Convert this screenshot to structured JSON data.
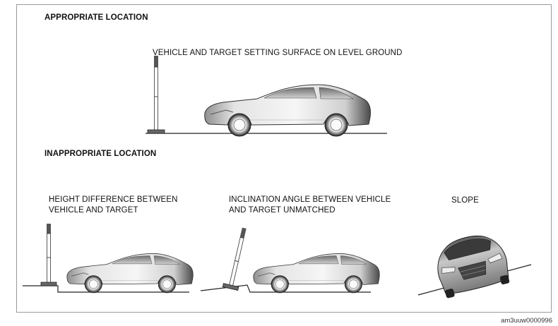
{
  "headers": {
    "appropriate": "APPROPRIATE LOCATION",
    "inappropriate": "INAPPROPRIATE LOCATION"
  },
  "captions": {
    "level_ground": "VEHICLE AND TARGET SETTING SURFACE ON LEVEL GROUND",
    "height_difference_line1": "HEIGHT DIFFERENCE BETWEEN",
    "height_difference_line2": "VEHICLE AND TARGET",
    "inclination_line1": "INCLINATION ANGLE BETWEEN VEHICLE",
    "inclination_line2": "AND TARGET UNMATCHED",
    "slope": "SLOPE"
  },
  "figure_id": "am3uuw0000996"
}
